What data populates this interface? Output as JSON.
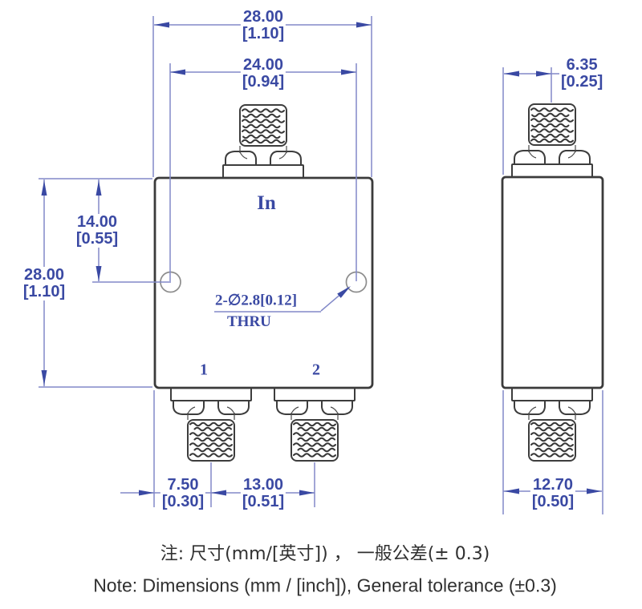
{
  "drawing": {
    "type": "mechanical-dimension-drawing",
    "subject": "2-way power divider with SMA connectors, front and side views",
    "colors": {
      "dimension_text": "#3a49a3",
      "dimension_lines": "#8289c8",
      "outline": "#3d3d3d",
      "hole_outline": "#8d8d8d",
      "background": "#ffffff"
    },
    "front_view": {
      "labels": {
        "input_port": "In",
        "port1": "1",
        "port2": "2"
      },
      "hole_callout": {
        "line1": "2-∅2.8[0.12]",
        "line2": "THRU"
      },
      "dims": {
        "width": {
          "mm": "28.00",
          "in": "[1.10]"
        },
        "hole_span": {
          "mm": "24.00",
          "in": "[0.94]"
        },
        "hole_offset": {
          "mm": "14.00",
          "in": "[0.55]"
        },
        "height": {
          "mm": "28.00",
          "in": "[1.10]"
        },
        "port1_offset": {
          "mm": "7.50",
          "in": "[0.30]"
        },
        "port_spacing": {
          "mm": "13.00",
          "in": "[0.51]"
        }
      }
    },
    "side_view": {
      "dims": {
        "connector_offset": {
          "mm": "6.35",
          "in": "[0.25]"
        },
        "depth": {
          "mm": "12.70",
          "in": "[0.50]"
        }
      }
    },
    "notes": {
      "zh": "注: 尺寸(mm/[英寸]) ， 一般公差(± 0.3)",
      "en": "Note: Dimensions (mm / [inch]), General tolerance (±0.3)"
    }
  }
}
